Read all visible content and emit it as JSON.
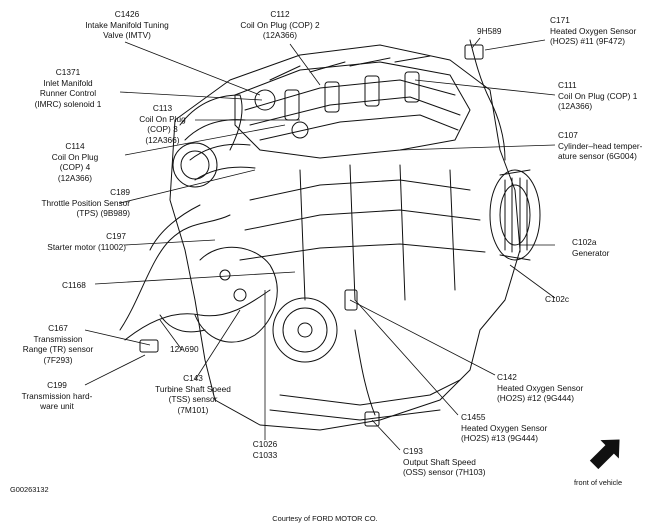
{
  "figure_id": "G00263132",
  "credit": "Courtesy of FORD MOTOR CO.",
  "orientation_label": "front of vehicle",
  "callouts": {
    "c1426": [
      "C1426",
      "Intake Manifold Tuning",
      "Valve (IMTV)"
    ],
    "c112": [
      "C112",
      "Coil On Plug (COP) 2",
      "(12A366)"
    ],
    "h9589": [
      "9H589"
    ],
    "c171": [
      "C171",
      "Heated Oxygen Sensor",
      "(HO2S) #11 (9F472)"
    ],
    "c1371": [
      "C1371",
      "Inlet Manifold",
      "Runner Control",
      "(IMRC) solenoid 1"
    ],
    "c111": [
      "C111",
      "Coil On Plug (COP) 1",
      "(12A366)"
    ],
    "c113": [
      "C113",
      "Coil On Plug",
      "(COP) 3",
      "(12A366)"
    ],
    "c107": [
      "C107",
      "Cylinder–head temper-",
      "ature sensor (6G004)"
    ],
    "c114": [
      "C114",
      "Coil On Plug",
      "(COP) 4",
      "(12A366)"
    ],
    "c189": [
      "C189",
      "Throttle Position Sensor",
      "(TPS) (9B989)"
    ],
    "c197": [
      "C197",
      "Starter motor (11002)"
    ],
    "c102a": [
      "C102a",
      "Generator"
    ],
    "c1168": [
      "C1168"
    ],
    "c102c": [
      "C102c"
    ],
    "c167": [
      "C167",
      "Transmission",
      "Range (TR) sensor",
      "(7F293)"
    ],
    "a12a690": [
      "12A690"
    ],
    "c142": [
      "C142",
      "Heated Oxygen Sensor",
      "(HO2S) #12 (9G444)"
    ],
    "c199": [
      "C199",
      "Transmission hard-",
      "ware unit"
    ],
    "c143": [
      "C143",
      "Turbine Shaft Speed",
      "(TSS) sensor",
      "(7M101)"
    ],
    "c1455": [
      "C1455",
      "Heated Oxygen Sensor",
      "(HO2S) #13 (9G444)"
    ],
    "c1026": [
      "C1026",
      "C1033"
    ],
    "c193": [
      "C193",
      "Output Shaft Speed",
      "(OSS) sensor (7H103)"
    ]
  },
  "colors": {
    "ink": "#111111",
    "background": "#ffffff"
  }
}
